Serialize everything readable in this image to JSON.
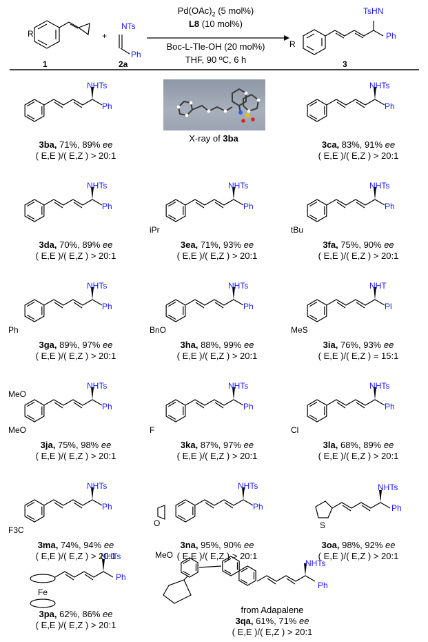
{
  "scheme": {
    "reagent_label": "1",
    "partner_label": "2a",
    "product_label": "3",
    "partner_ts": "NTs",
    "partner_ph": "Ph",
    "product_nh": "TsHN",
    "product_ph": "Ph",
    "r_group": "R",
    "plus": "+",
    "cond1_pre": "Pd(OAc)",
    "cond1_sub": "2",
    "cond1_post": " (5 mol%)",
    "cond2_bold": "L8",
    "cond2_rest": " (10 mol%)",
    "cond3": "Boc-L-Tle-OH (20 mol%)",
    "cond4": "THF, 90 ºC, 6 h"
  },
  "xray": {
    "caption_pre": "X-ray of ",
    "caption_bold": "3ba"
  },
  "products": [
    {
      "id": "3ba",
      "yield": "71%, 89%",
      "ee": "ee",
      "ratio": "( E,E )/( E,Z ) > 20:1",
      "sub": "",
      "nh": "NHTs",
      "ph": "Ph"
    },
    {
      "id": "3ca",
      "yield": "83%, 91%",
      "ee": "ee",
      "ratio": "( E,E )/( E,Z ) > 20:1",
      "sub": "",
      "nh": "NHTs",
      "ph": "Ph"
    },
    {
      "id": "3da",
      "yield": "70%, 89%",
      "ee": "ee",
      "ratio": "( E,E )/( E,Z ) > 20:1",
      "sub": "",
      "nh": "NHTs",
      "ph": "Ph"
    },
    {
      "id": "3ea",
      "yield": "71%, 93%",
      "ee": "ee",
      "ratio": "( E,E )/( E,Z ) > 20:1",
      "sub": "iPr",
      "nh": "NHTs",
      "ph": "Ph"
    },
    {
      "id": "3fa",
      "yield": "75%, 90%",
      "ee": "ee",
      "ratio": "( E,E )/( E,Z ) > 20:1",
      "sub": "tBu",
      "nh": "NHTs",
      "ph": "Ph"
    },
    {
      "id": "3ga",
      "yield": "89%, 97%",
      "ee": "ee",
      "ratio": "( E,E )/( E,Z ) > 20:1",
      "sub": "Ph",
      "nh": "NHTs",
      "ph": "Ph"
    },
    {
      "id": "3ha",
      "yield": "88%, 99%",
      "ee": "ee",
      "ratio": "( E,E )/( E,Z ) > 20:1",
      "sub": "BnO",
      "nh": "NHTs",
      "ph": "Ph"
    },
    {
      "id": "3ia",
      "yield": "76%, 93%",
      "ee": "ee",
      "ratio": "( E,E )/( E,Z ) = 15:1",
      "sub": "MeS",
      "nh": "NHT",
      "ph": "Pl"
    },
    {
      "id": "3ja",
      "yield": "75%, 98%",
      "ee": "ee",
      "ratio": "( E,E )/( E,Z ) > 20:1",
      "sub": "MeO",
      "sub2": "MeO",
      "nh": "NHTs",
      "ph": "Ph"
    },
    {
      "id": "3ka",
      "yield": "87%, 97%",
      "ee": "ee",
      "ratio": "( E,E )/( E,Z ) > 20:1",
      "sub": "F",
      "nh": "NHTs",
      "ph": "Ph"
    },
    {
      "id": "3la",
      "yield": "68%, 89%",
      "ee": "ee",
      "ratio": "( E,E )/( E,Z ) > 20:1",
      "sub": "Cl",
      "nh": "NHTs",
      "ph": "Ph"
    },
    {
      "id": "3ma",
      "yield": "74%, 94%",
      "ee": "ee",
      "ratio": "( E,E )/( E,Z ) > 20:1",
      "sub": "F3C",
      "nh": "NHTs",
      "ph": "Ph"
    },
    {
      "id": "3na",
      "yield": "95%, 90%",
      "ee": "ee",
      "ratio": "( E,E )/( E,Z ) > 20:1",
      "sub": "",
      "nh": "NHTs",
      "ph": "Ph"
    },
    {
      "id": "3oa",
      "yield": "98%, 92%",
      "ee": "ee",
      "ratio": "( E,E )/( E,Z ) > 20:1",
      "sub": "S",
      "nh": "NHTs",
      "ph": "Ph"
    },
    {
      "id": "3pa",
      "yield": "62%, 86%",
      "ee": "ee",
      "ratio": "( E,E )/( E,Z ) > 20:1",
      "sub": "Fe",
      "nh": "NHTs",
      "ph": "Ph"
    },
    {
      "id": "3qa",
      "yield": "61%, 71%",
      "ee": "ee",
      "ratio": "( E,E )/( E,Z ) > 20:1",
      "sub": "MeO",
      "note": "from Adapalene",
      "nh": "NHTs",
      "ph": "Ph"
    }
  ]
}
